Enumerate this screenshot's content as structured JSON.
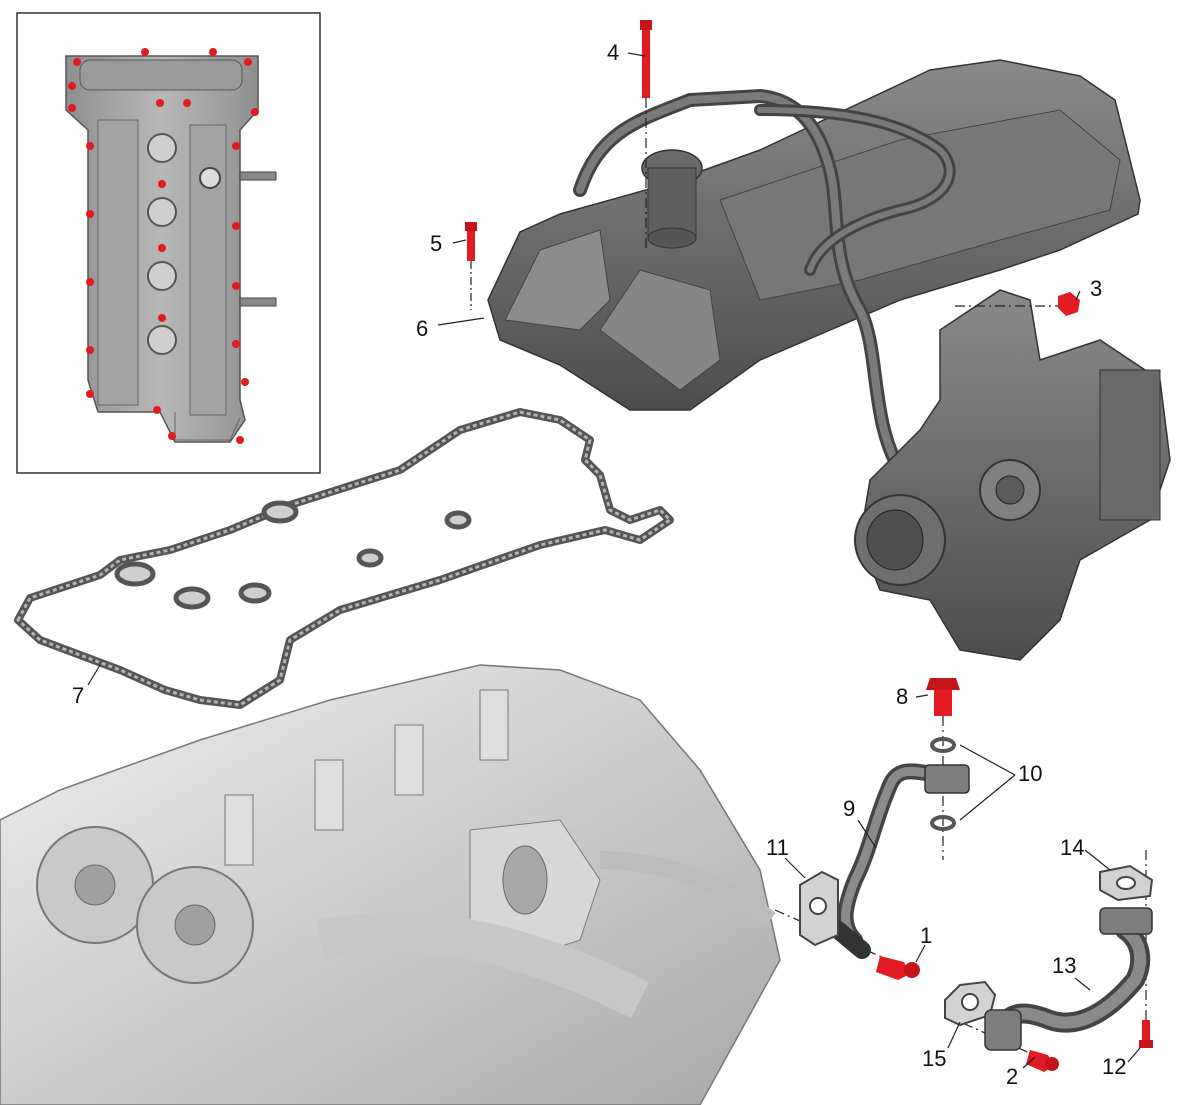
{
  "colors": {
    "part_dark": "#5b5b5b",
    "part_mid": "#7a7a7a",
    "part_light": "#bdbdbd",
    "part_lighter": "#d9d9d9",
    "fastener_red": "#e21b22",
    "line": "#222222",
    "background": "#ffffff"
  },
  "callouts": [
    {
      "id": "c1",
      "label": "1"
    },
    {
      "id": "c2",
      "label": "2"
    },
    {
      "id": "c3",
      "label": "3"
    },
    {
      "id": "c4",
      "label": "4"
    },
    {
      "id": "c5",
      "label": "5"
    },
    {
      "id": "c6",
      "label": "6"
    },
    {
      "id": "c7",
      "label": "7"
    },
    {
      "id": "c8",
      "label": "8"
    },
    {
      "id": "c9",
      "label": "9"
    },
    {
      "id": "c10",
      "label": "10"
    },
    {
      "id": "c11",
      "label": "11"
    },
    {
      "id": "c12",
      "label": "12"
    },
    {
      "id": "c13",
      "label": "13"
    },
    {
      "id": "c14",
      "label": "14"
    },
    {
      "id": "c15",
      "label": "15"
    }
  ]
}
